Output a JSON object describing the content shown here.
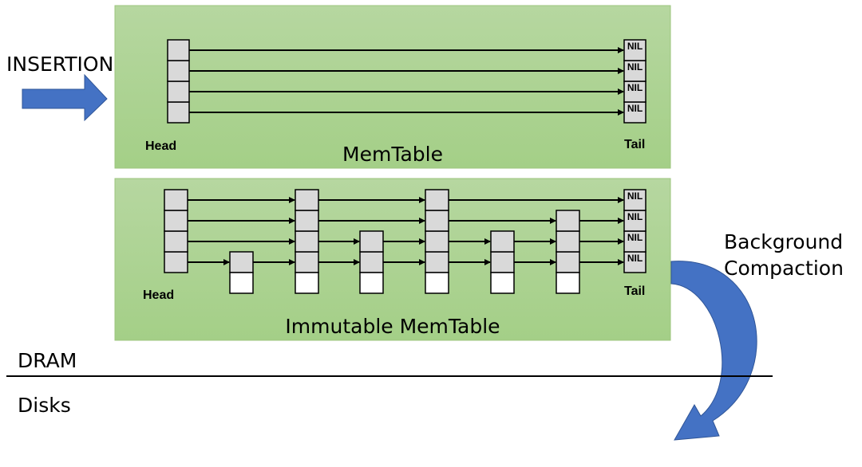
{
  "labels": {
    "insertion": "INSERTION",
    "memtable": "MemTable",
    "immutable": "Immutable MemTable",
    "head": "Head",
    "tail": "Tail",
    "nil": "NIL",
    "background1": "Background",
    "background2": "Compaction",
    "dram": "DRAM",
    "disks": "Disks"
  },
  "colors": {
    "panel": "#a9d18e",
    "node": "#d9d9d9",
    "arrow_blue": "#4472c4",
    "line": "#000000"
  },
  "memtable": {
    "head_height": 4,
    "node_heights": [],
    "levels": 4
  },
  "immutable": {
    "head_height": 4,
    "node_heights": [
      1,
      4,
      2,
      4,
      2,
      3
    ],
    "levels": 4
  }
}
